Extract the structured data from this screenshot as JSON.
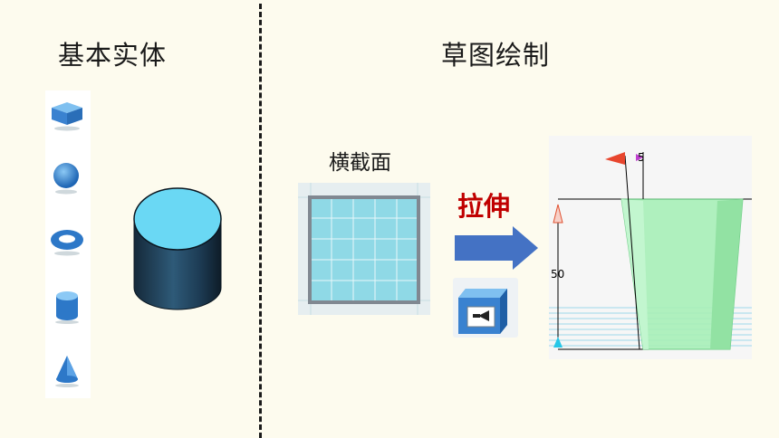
{
  "left_section": {
    "title": "基本实体"
  },
  "right_section": {
    "title": "草图绘制"
  },
  "cross_section_label": "横截面",
  "extrude_label": "拉伸",
  "viewport": {
    "height_value": "50",
    "top_value": "5"
  },
  "toolbox": {
    "items": [
      {
        "name": "box"
      },
      {
        "name": "sphere"
      },
      {
        "name": "torus"
      },
      {
        "name": "cylinder"
      },
      {
        "name": "cone"
      }
    ]
  },
  "colors": {
    "background": "#fdfbee",
    "accent_blue": "#3a82d0",
    "extrude_red": "#c00000",
    "cylinder_top": "#6ad8f4",
    "cylinder_body": "#1e3a52",
    "sketch_fill": "#8fd9e6",
    "extrude_green": "#a8f0b8"
  }
}
